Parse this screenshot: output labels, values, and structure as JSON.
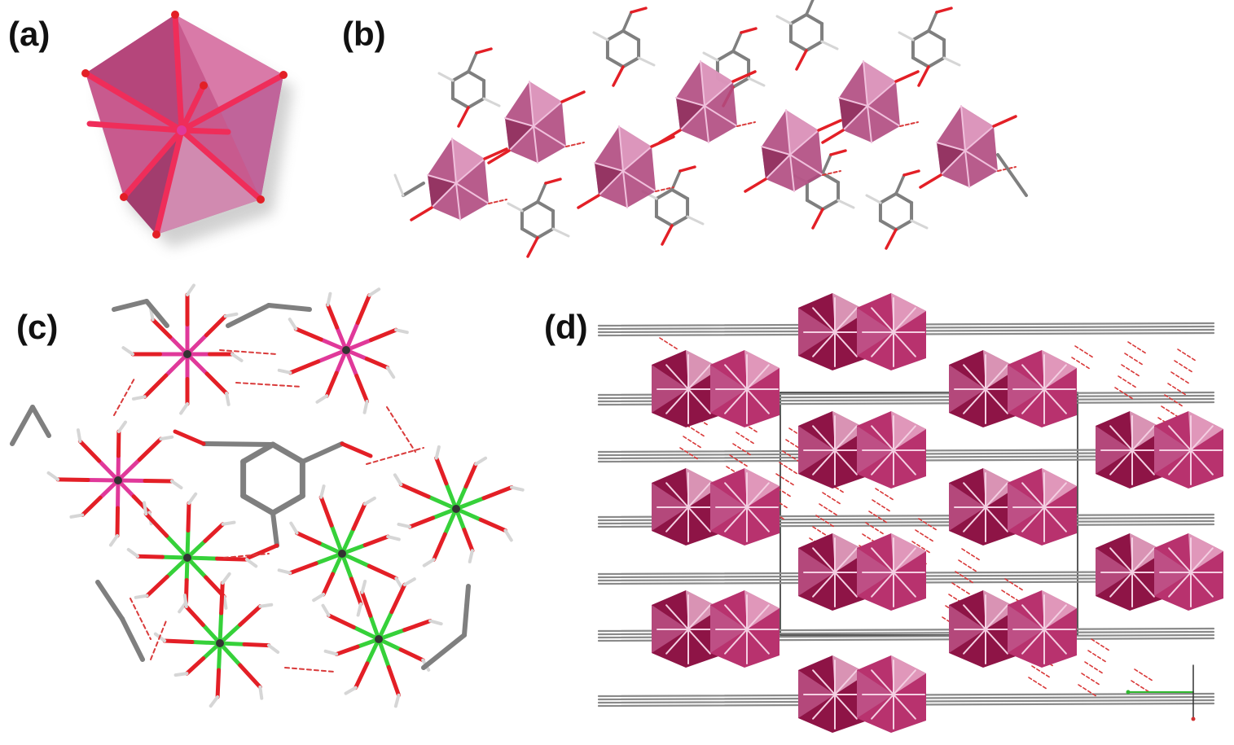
{
  "panels": [
    {
      "id": "a",
      "label": "(a)"
    },
    {
      "id": "b",
      "label": "(b)"
    },
    {
      "id": "c",
      "label": "(c)"
    },
    {
      "id": "d",
      "label": "(d)"
    }
  ],
  "colors": {
    "polyhedron_fill": "#c85a8e",
    "polyhedron_dark": "#8e1446",
    "polyhedron_light": "#e8a6c8",
    "oxygen": "#e31f26",
    "carbon": "#7f7f7f",
    "hydrogen": "#d6d6d6",
    "metal_pink": "#e0399a",
    "metal_green": "#36d13a",
    "hbond": "#d93a3a",
    "axis_green": "#2fb82f",
    "axis_red": "#d03030"
  },
  "icons": [
    "polyhedron-icon",
    "molecule-chain-icon",
    "coordination-cluster-icon",
    "crystal-packing-icon",
    "axis-triad-icon"
  ]
}
